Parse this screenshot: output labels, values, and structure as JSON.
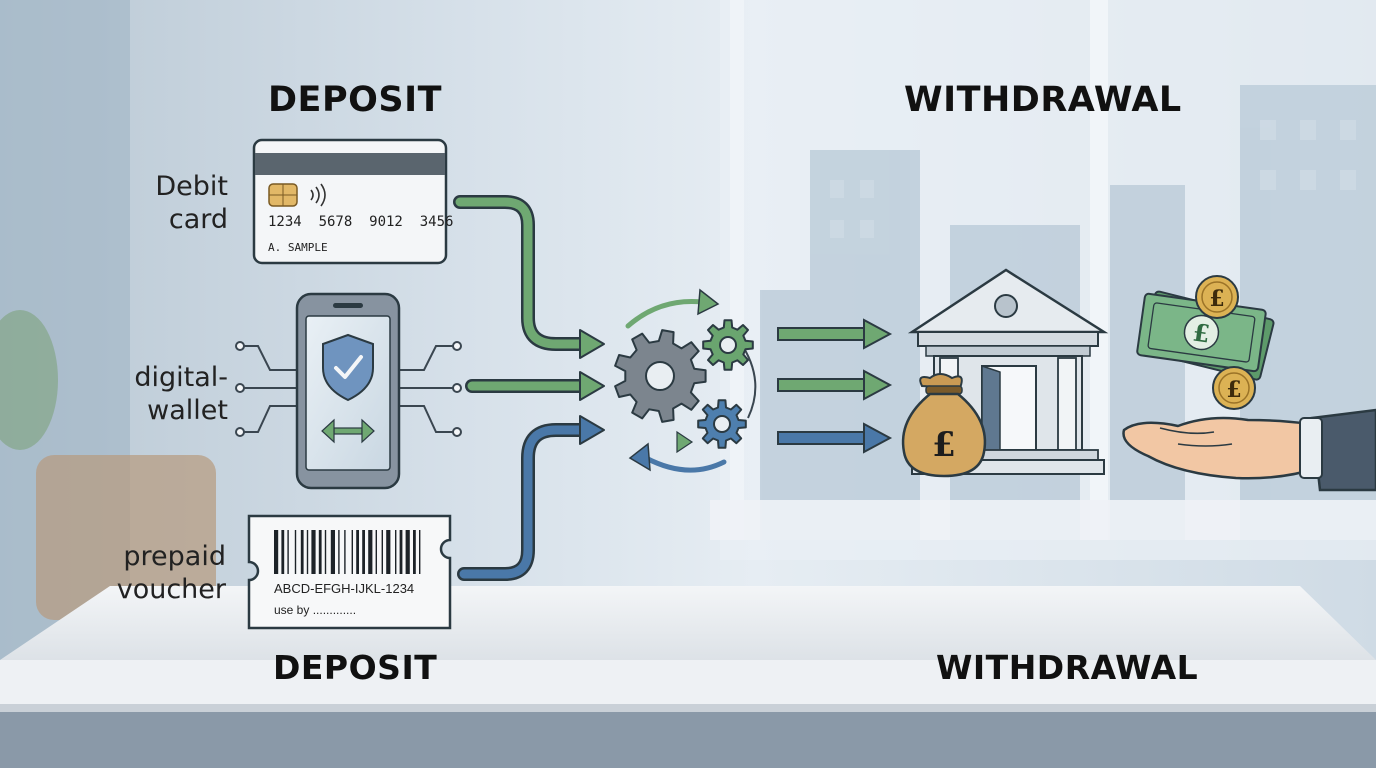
{
  "headings": {
    "deposit_top": "DEPOSIT",
    "withdrawal_top": "WITHDRAWAL",
    "deposit_bottom": "DEPOSIT",
    "withdrawal_bottom": "WITHDRAWAL"
  },
  "sources": {
    "debit_card": {
      "label_line1": "Debit",
      "label_line2": "card",
      "card_number": "1234  5678  9012  3456",
      "card_name": "A. SAMPLE"
    },
    "digital_wallet": {
      "label_line1": "digital-",
      "label_line2": "wallet"
    },
    "prepaid_voucher": {
      "label_line1": "prepaid",
      "label_line2": "voucher",
      "code": "ABCD-EFGH-IJKL-1234",
      "use_by": "use by ............."
    }
  },
  "symbols": {
    "currency": "£"
  },
  "icons": [
    "credit-card-icon",
    "smartphone-shield-icon",
    "voucher-barcode-icon",
    "gears-processing-icon",
    "bank-building-icon",
    "money-bag-icon",
    "banknote-icon",
    "coin-icon",
    "open-hand-icon"
  ],
  "colors": {
    "green_arrow": "#6fa872",
    "blue_arrow": "#4a78a8",
    "gear_gray": "#7c858e",
    "gear_green": "#6aa56f",
    "gear_blue": "#4e7fae"
  }
}
